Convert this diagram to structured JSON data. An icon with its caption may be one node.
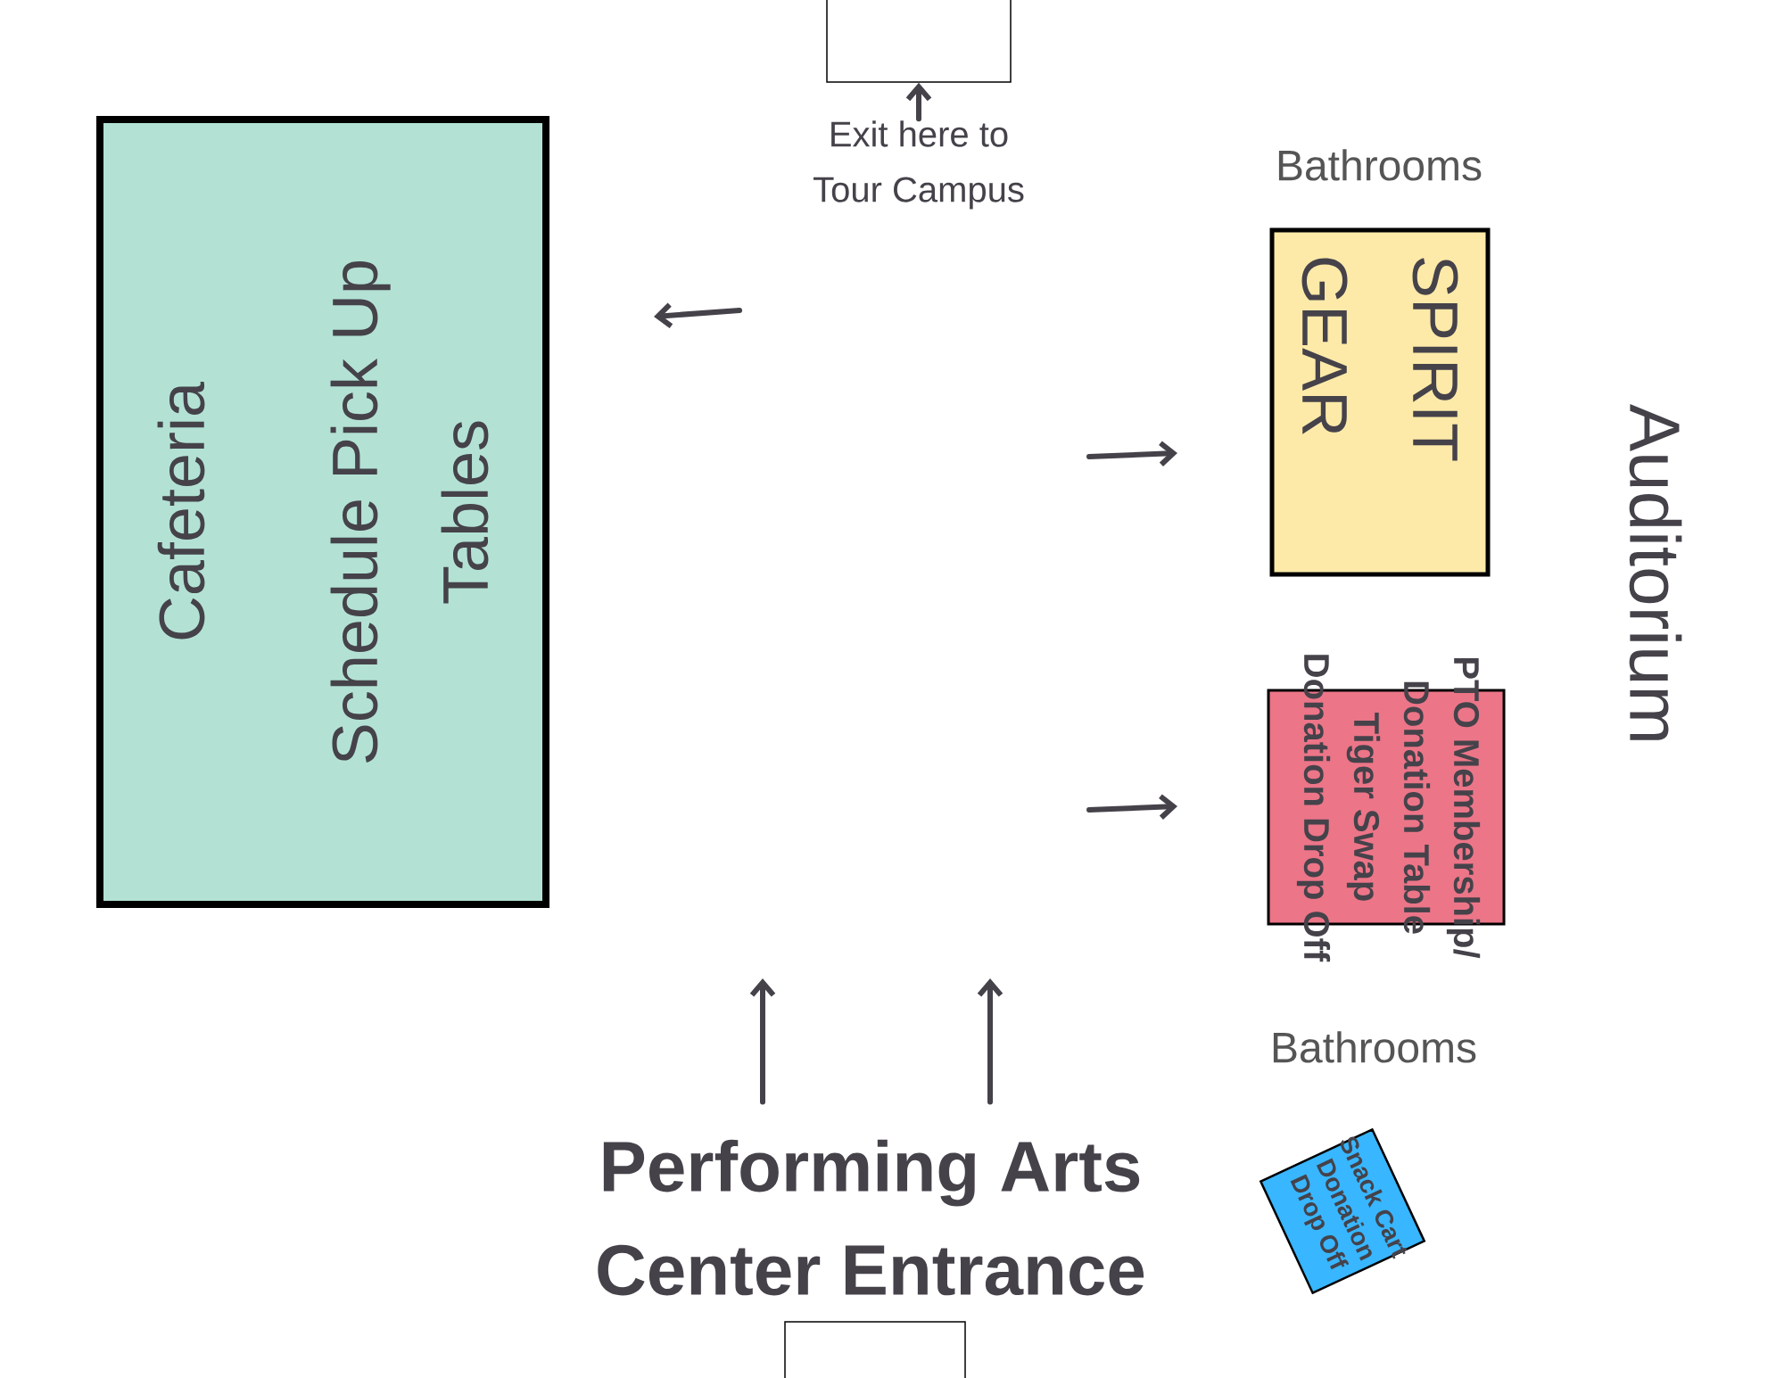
{
  "diagram": {
    "nodes": [
      {
        "text": [],
        "shape": "box"
      },
      {
        "text": [
          "Exit here to Tour Campus"
        ]
      },
      {
        "text": [
          "Cafeteria",
          "Schedule Pick Up Tables"
        ]
      },
      {
        "text": [
          "SPIRIT GEAR"
        ]
      },
      {
        "text": [
          "PTO Membership/ Donation Table",
          "Tiger Swap",
          "Donation Drop Off"
        ]
      },
      {
        "text": [
          "Snack Cart Donation Drop Off"
        ]
      },
      {
        "text": [
          "Performing Arts Center Entrance"
        ]
      },
      {
        "text": [],
        "shape": "box"
      }
    ],
    "edges": [
      {
        "from": 1,
        "to": 0,
        "arrow": "to"
      },
      {
        "from": 6,
        "to": null,
        "arrow": "to"
      },
      {
        "from": 6,
        "to": null,
        "arrow": "to"
      }
    ],
    "labels": [
      "Bathrooms",
      "Auditorium",
      "Bathrooms"
    ]
  }
}
